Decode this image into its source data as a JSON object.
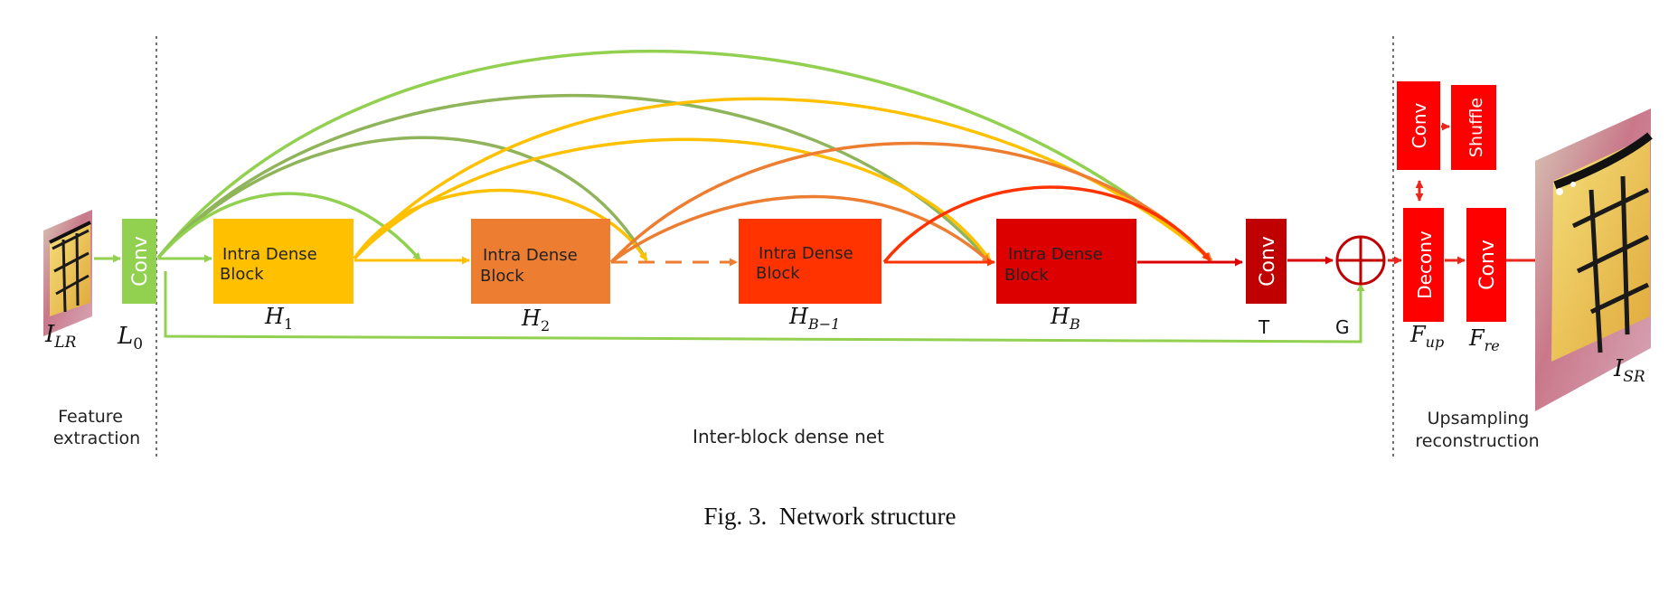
{
  "diagram": {
    "caption": "Fig. 3.  Network structure",
    "colors": {
      "green": "#92d050",
      "olive": "#8fb45a",
      "yellow": "#ffc000",
      "orange": "#ed7d31",
      "orange_red": "#ff3300",
      "red": "#dd0000",
      "dark_red": "#c00000",
      "arrow_red": "#e8261b"
    },
    "input": {
      "symbol": "I",
      "subscript": "LR"
    },
    "output": {
      "symbol": "I",
      "subscript": "SR"
    },
    "feature_conv": {
      "label": "Conv",
      "symbol": "L",
      "subscript": "0"
    },
    "blocks": [
      {
        "label_line1": "Intra Dense",
        "label_line2": "Block",
        "symbol": "H",
        "subscript": "1"
      },
      {
        "label_line1": "Intra Dense",
        "label_line2": "Block",
        "symbol": "H",
        "subscript": "2"
      },
      {
        "label_line1": "Intra Dense",
        "label_line2": "Block",
        "symbol": "H",
        "subscript": "B−1"
      },
      {
        "label_line1": "Intra Dense",
        "label_line2": "Block",
        "symbol": "H",
        "subscript": "B"
      }
    ],
    "transition_conv": {
      "label": "Conv",
      "symbol": "T"
    },
    "global_add": {
      "symbol": "G",
      "glyph": "⊕"
    },
    "upsampling": {
      "conv_top": "Conv",
      "shuffle": "Shuffle",
      "deconv": "Deconv",
      "conv_re": "Conv",
      "up_symbol": "F",
      "up_subscript": "up",
      "re_symbol": "F",
      "re_subscript": "re"
    },
    "sections": {
      "feature_line1": "Feature",
      "feature_line2": "extraction",
      "inter_block": "Inter-block dense net",
      "upsampling_line1": "Upsampling",
      "upsampling_line2": "reconstruction"
    }
  }
}
